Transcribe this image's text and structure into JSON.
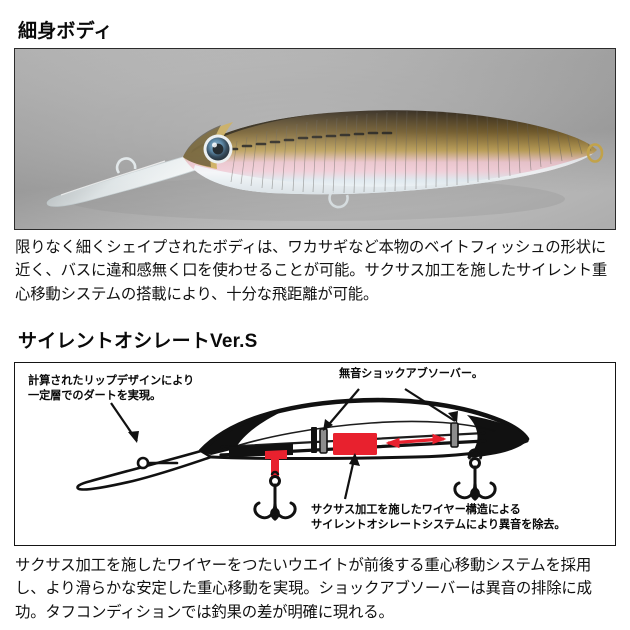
{
  "page": {
    "background_color": "#ffffff",
    "text_color": "#111111"
  },
  "sections": [
    {
      "heading": "細身ボディ",
      "paragraph": "限りなく細くシェイプされたボディは、ワカサギなど本物のベイトフィッシュの形状に近く、バスに違和感無く口を使わせることが可能。サクサス加工を施したサイレント重心移動システムの搭載により、十分な飛距離が可能。"
    },
    {
      "heading": "サイレントオシレートVer.S",
      "paragraph": "サクサス加工を施したワイヤーをつたいウエイトが前後する重心移動システムを採用し、より滑らかな安定した重心移動を実現。ショックアブソーバーは異音の排除に成功。タフコンディションでは釣果の差が明確に現れる。"
    }
  ],
  "photo": {
    "alt_name": "fishing-lure-photograph",
    "background_gradient_start": "#b4b4b4",
    "background_gradient_end": "#9e9e9e",
    "lure": {
      "body_top_color": "#6b5524",
      "body_mid_color": "#f0c8d2",
      "body_belly_color": "#f4f7f8",
      "eye_color": "#3b6f93",
      "lip_color": "#dfe6e8",
      "ring_color": "#c9a84a"
    }
  },
  "diagram": {
    "annotations": [
      {
        "id": "lip-design",
        "text": "計算されたリップデザインにより\n一定層でのダートを実現。"
      },
      {
        "id": "shock-absorber",
        "text": "無音ショックアブソーバー。"
      },
      {
        "id": "wire-system",
        "text": "サクサス加工を施したワイヤー構造による\nサイレントオシレートシステムにより異音を除去。"
      }
    ],
    "colors": {
      "outline": "#111111",
      "weight_red": "#e8212e",
      "arrow_red": "#e8212e",
      "absorber_grey": "#8c8c8c",
      "background": "#ffffff"
    },
    "elements": [
      "lure-body-outline",
      "lip-blade",
      "line-tie-eye",
      "weight-transfer-wire",
      "moving-weight-block",
      "shock-absorber-front",
      "shock-absorber-rear",
      "movement-arrow",
      "belly-treble-hook",
      "tail-treble-hook"
    ]
  }
}
